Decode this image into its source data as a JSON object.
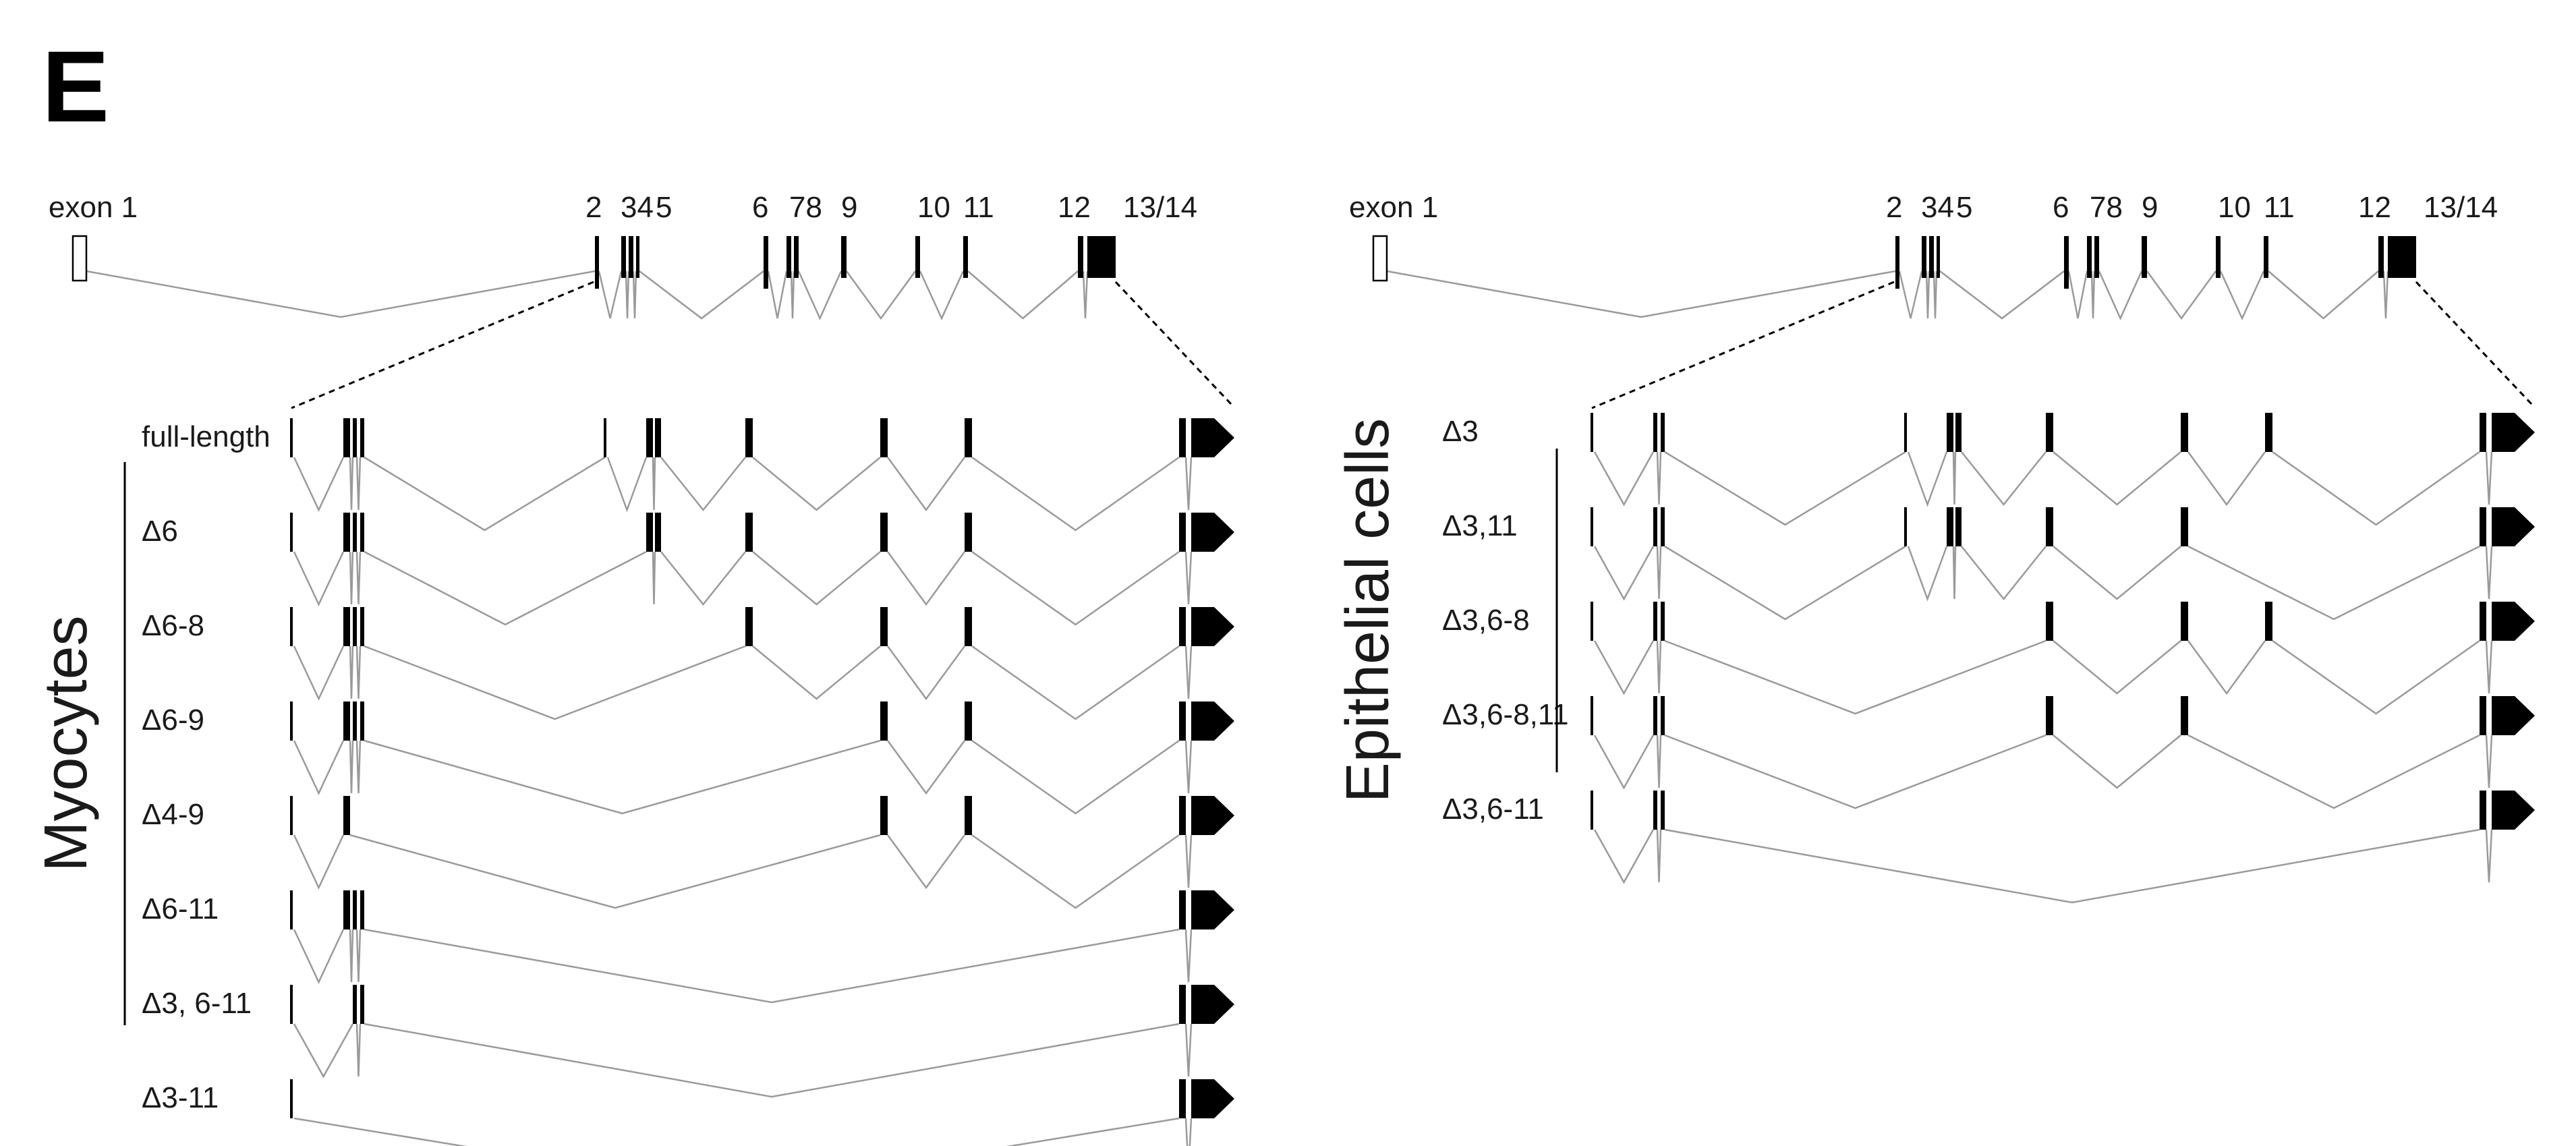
{
  "panel_letter": "E",
  "colors": {
    "exon": "#000000",
    "intron": "#9a9a9a",
    "background": "#ffffff"
  },
  "myocytes": {
    "header": {
      "exon1_label": "exon 1",
      "exon_labels": [
        "2",
        "34",
        "5",
        "6",
        "78",
        "9",
        "10",
        "11",
        "12",
        "13/14"
      ]
    },
    "group_label": "Myocytes",
    "isoforms": [
      {
        "label": "full-length",
        "exons": [
          "3",
          "4",
          "5",
          "6",
          "7",
          "8",
          "9",
          "10",
          "11",
          "12",
          "13/14"
        ]
      },
      {
        "label": "Δ6",
        "exons": [
          "3",
          "4",
          "5",
          "7",
          "8",
          "9",
          "10",
          "11",
          "12",
          "13/14"
        ]
      },
      {
        "label": "Δ6-8",
        "exons": [
          "3",
          "4",
          "5",
          "9",
          "10",
          "11",
          "12",
          "13/14"
        ]
      },
      {
        "label": "Δ6-9",
        "exons": [
          "3",
          "4",
          "5",
          "10",
          "11",
          "12",
          "13/14"
        ]
      },
      {
        "label": "Δ4-9",
        "exons": [
          "3",
          "10",
          "11",
          "12",
          "13/14"
        ]
      },
      {
        "label": "Δ6-11",
        "exons": [
          "3",
          "4",
          "5",
          "12",
          "13/14"
        ]
      },
      {
        "label": "Δ3, 6-11",
        "exons": [
          "4",
          "5",
          "12",
          "13/14"
        ]
      },
      {
        "label": "Δ3-11",
        "exons": [
          "12",
          "13/14"
        ]
      }
    ]
  },
  "epithelial": {
    "header": {
      "exon1_label": "exon 1",
      "exon_labels": [
        "2",
        "34",
        "5",
        "6",
        "78",
        "9",
        "10",
        "11",
        "12",
        "13/14"
      ]
    },
    "group_label": "Epithelial cells",
    "isoforms": [
      {
        "label": "Δ3",
        "exons": [
          "4",
          "5",
          "6",
          "7",
          "8",
          "9",
          "10",
          "11",
          "12",
          "13/14"
        ]
      },
      {
        "label": "Δ3,11",
        "exons": [
          "4",
          "5",
          "6",
          "7",
          "8",
          "9",
          "10",
          "12",
          "13/14"
        ]
      },
      {
        "label": "Δ3,6-8",
        "exons": [
          "4",
          "5",
          "9",
          "10",
          "11",
          "12",
          "13/14"
        ]
      },
      {
        "label": "Δ3,6-8,11",
        "exons": [
          "4",
          "5",
          "9",
          "10",
          "12",
          "13/14"
        ]
      },
      {
        "label": "Δ3,6-11",
        "exons": [
          "4",
          "5",
          "12",
          "13/14"
        ]
      }
    ]
  }
}
